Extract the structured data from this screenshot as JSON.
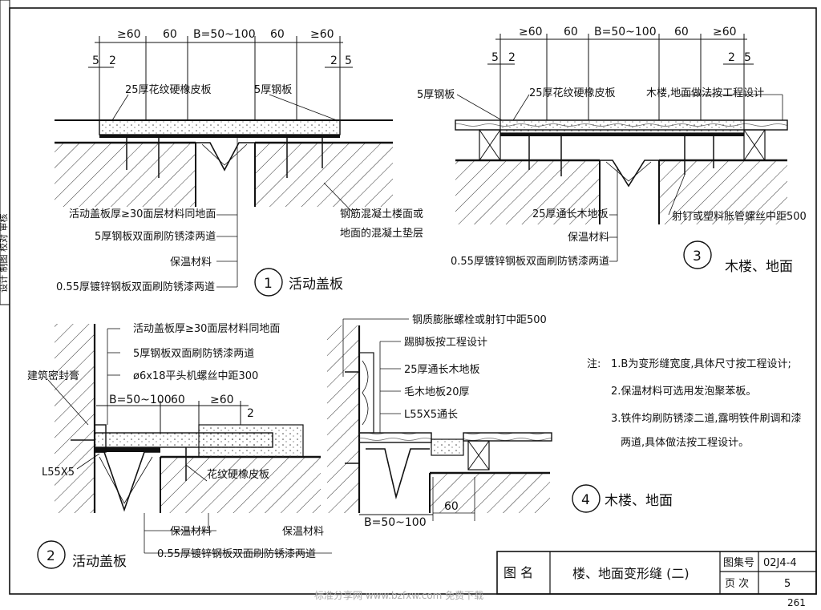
{
  "dims_top_1": [
    "≥60",
    "60",
    "B=50~100",
    "60",
    "≥60"
  ],
  "dims_top_3": [
    "≥60",
    "60",
    "B=50~100",
    "60",
    "≥60"
  ],
  "small_dims": {
    "five": "5",
    "two": "2"
  },
  "detail1": {
    "number": "1",
    "caption": "活动盖板",
    "rubber": "25厚花纹硬橡皮板",
    "steel": "5厚钢板",
    "callouts": [
      "活动盖板厚≥30面层材料同地面",
      "5厚钢板双面刷防锈漆两道",
      "保温材料",
      "0.55厚镀锌钢板双面刷防锈漆两道"
    ],
    "concrete": [
      "钢筋混凝土楼面或",
      "地面的混凝土垫层"
    ]
  },
  "detail3": {
    "number": "3",
    "caption": "木楼、地面",
    "steel": "5厚钢板",
    "rubber": "25厚花纹硬橡皮板",
    "finish": "木楼,地面做法按工程设计",
    "callouts": [
      "25厚通长木地板",
      "保温材料",
      "0.55厚镀锌钢板双面刷防锈漆两道"
    ],
    "nail": "射钉或塑料胀管螺丝中距500"
  },
  "detail2": {
    "number": "2",
    "caption": "活动盖板",
    "callouts": [
      "活动盖板厚≥30面层材料同地面",
      "5厚钢板双面刷防锈漆两道",
      "ø6x18平头机螺丝中距300"
    ],
    "sealant": "建筑密封膏",
    "dims": [
      "B=50~100",
      "60",
      "≥60"
    ],
    "dim2": "2",
    "angle": "L55X5",
    "rubber": "花纹硬橡皮板",
    "insul1": "保温材料",
    "insul2": "保温材料",
    "galv": "0.55厚镀锌钢板双面刷防锈漆两道"
  },
  "detail4": {
    "number": "4",
    "caption": "木楼、地面",
    "callouts": [
      "钢质膨胀螺栓或射钉中距500",
      "踢脚板按工程设计",
      "25厚通长木地板",
      "毛木地板20厚",
      "L55X5通长"
    ],
    "dim_b": "B=50~100",
    "dim_60": "60"
  },
  "notes": {
    "head": "注:",
    "items": [
      "1.B为变形缝宽度,具体尺寸按工程设计;",
      "2.保温材料可选用发泡聚苯板。",
      "3.铁件均刷防锈漆二道,露明铁件刷调和漆",
      "两道,具体做法按工程设计。"
    ]
  },
  "title_block": {
    "label_name": "图 名",
    "title": "楼、地面变形缝 (二)",
    "atlas_label": "图集号",
    "atlas_no": "02J4-4",
    "page_label": "页 次",
    "page_no": "5"
  },
  "watermark": "标准分享网 www.bzfxw.com 免费下载",
  "page_number": "261",
  "side_strip": "设计 制图 校对 审核"
}
